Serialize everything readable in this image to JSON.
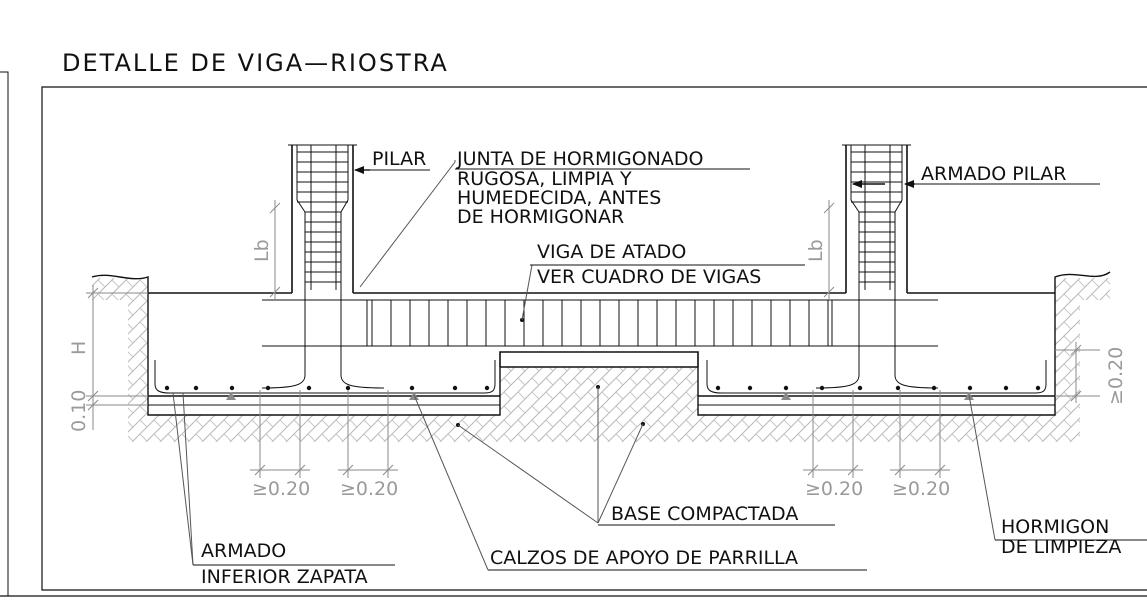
{
  "title": "DETALLE DE VIGA—RIOSTRA",
  "labels": {
    "pilar": "PILAR",
    "armado_pilar": "ARMADO PILAR",
    "junta_1": "JUNTA DE HORMIGONADO",
    "junta_2": "RUGOSA, LIMPIA Y",
    "junta_3": "HUMEDECIDA, ANTES",
    "junta_4": "DE HORMIGONAR",
    "viga_1": "VIGA DE ATADO",
    "viga_2": "VER CUADRO DE VIGAS",
    "base_compactada": "BASE COMPACTADA",
    "hormigon_1": "HORMIGON",
    "hormigon_2": "DE LIMPIEZA",
    "armado_1": "ARMADO",
    "armado_2": "INFERIOR ZAPATA",
    "calzos": "CALZOS DE APOYO DE PARRILLA"
  },
  "dimensions": {
    "lb": "Lb",
    "h": "H",
    "d010": "0.10",
    "ge020": "≥0.20"
  },
  "colors": {
    "line": "#111111",
    "hatch": "#b0b0b0",
    "dimension": "#8a8a8a"
  }
}
